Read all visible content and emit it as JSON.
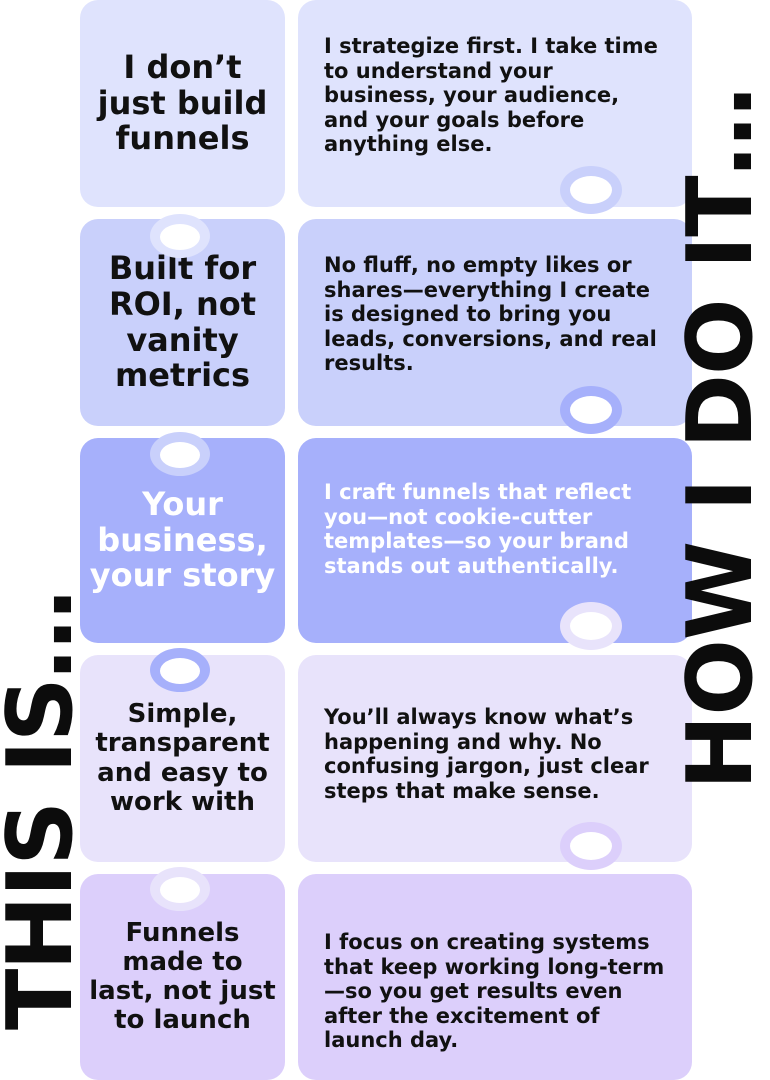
{
  "rows": [
    {
      "left": "I don’t just build funnels",
      "right": "I strategize first. I take time to understand your business, your audience, and your goals before anything else."
    },
    {
      "left": "Built for ROI, not vanity metrics",
      "right": "No fluff, no empty likes or shares—everything I create is designed to bring you leads, conversions, and real results."
    },
    {
      "left": "Your business, your story",
      "right": "I craft funnels that reflect you—not cookie-cutter templates—so your brand stands out authentically."
    },
    {
      "left": "Simple, transparent and easy to work with",
      "right": "You’ll always know what’s happening and why. No confusing jargon, just clear steps that make sense."
    },
    {
      "left": "Funnels made to last, not just to launch",
      "right": "I focus on creating systems that keep working long-term—so you get results even after the excitement of launch day."
    }
  ],
  "side_labels": {
    "left": "THIS IS…",
    "right": "HOW I DO IT…"
  },
  "colors": {
    "row1": "#dfe3fd",
    "row2": "#c9d0fb",
    "row3": "#a6b0fb",
    "row4": "#e8e3fb",
    "row5": "#dccffb"
  }
}
